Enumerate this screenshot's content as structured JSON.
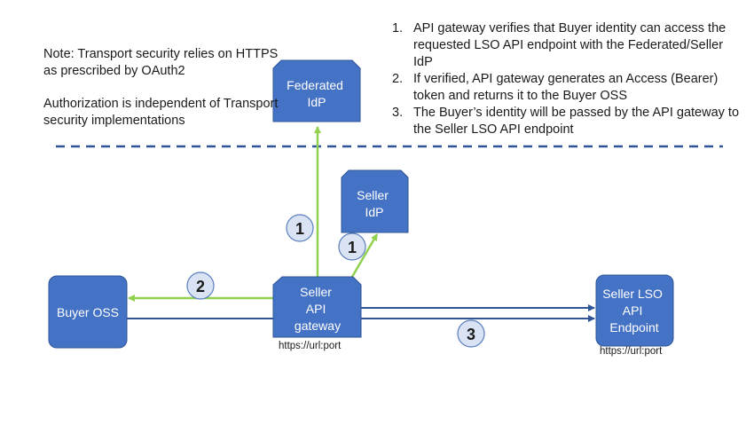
{
  "note": {
    "transport": "Note: Transport security relies on HTTPS as prescribed by OAuth2",
    "authorization": "Authorization is independent of Transport security implementations"
  },
  "steps": [
    {
      "number": "1.",
      "text": "API gateway verifies that Buyer identity can access the requested LSO API endpoint with the Federated/Seller IdP"
    },
    {
      "number": "2.",
      "text": "If verified, API gateway generates an Access (Bearer) token and returns it to the Buyer OSS"
    },
    {
      "number": "3.",
      "text": "The Buyer’s identity will be passed by the API gateway to the Seller LSO API endpoint"
    }
  ],
  "nodes": {
    "federated_idp": [
      "Federated",
      "IdP"
    ],
    "seller_idp": [
      "Seller",
      "IdP"
    ],
    "buyer_oss": [
      "Buyer OSS"
    ],
    "gateway": [
      "Seller",
      "API",
      "gateway"
    ],
    "endpoint": [
      "Seller LSO",
      "API",
      "Endpoint"
    ]
  },
  "urls": {
    "gateway": "https://url:port",
    "endpoint": "https://url:port"
  },
  "badges": {
    "federated_flow": "1",
    "seller_idp_flow": "1",
    "token_return": "2",
    "identity_pass": "3"
  },
  "colors": {
    "box_fill": "#4472c4",
    "box_stroke": "#2f5597",
    "green_arrow": "#92d050",
    "blue_arrow": "#2f5597",
    "divider": "#2f5597",
    "badge_fill": "#dae3f3",
    "badge_stroke": "#5b7fbf"
  }
}
